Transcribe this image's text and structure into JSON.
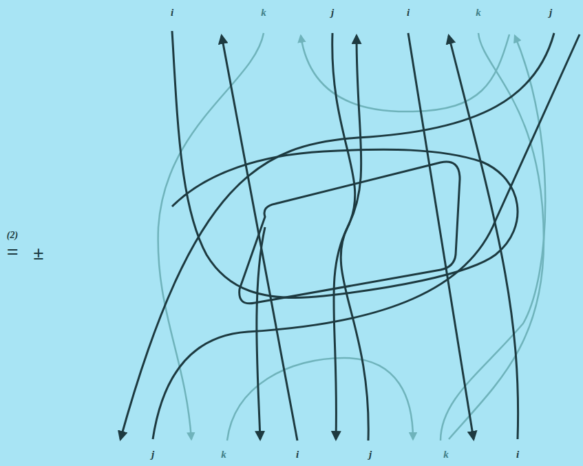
{
  "diagram": {
    "labels": [
      "i",
      "k",
      "j",
      "i",
      "k",
      "j",
      "(2)",
      "=",
      "±",
      "j",
      "k",
      "i",
      "j",
      "k",
      "i"
    ]
  }
}
